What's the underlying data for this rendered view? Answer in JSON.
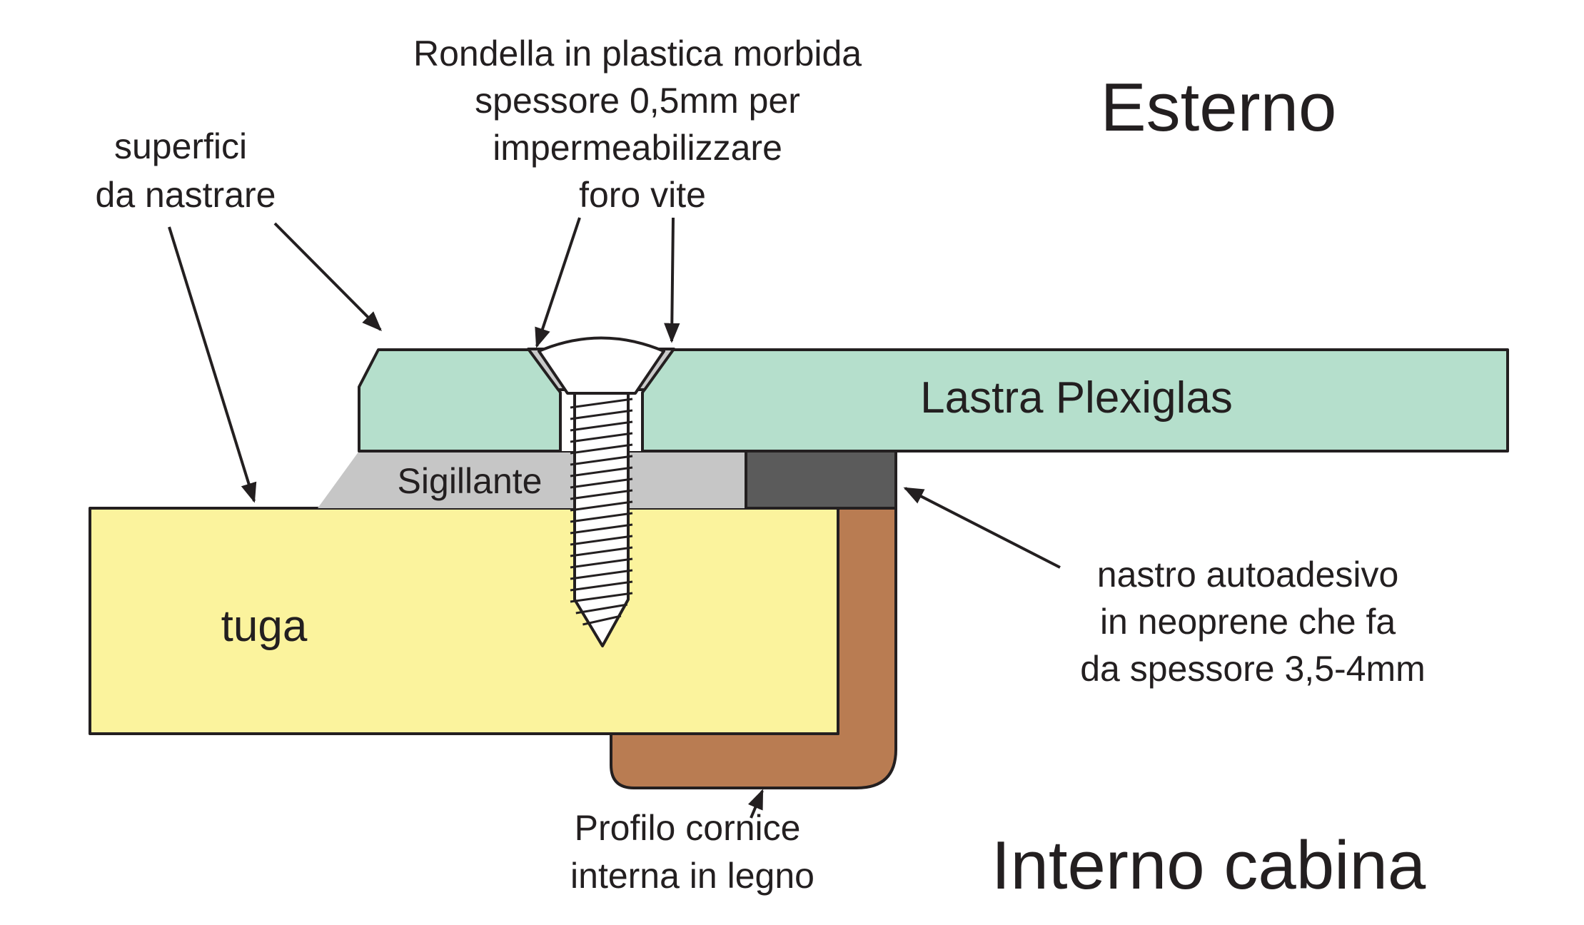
{
  "regions": {
    "outside": "Esterno",
    "inside": "Interno cabina"
  },
  "parts": {
    "plexiglass_sheet": "Lastra Plexiglas",
    "sealant": "Sigillante",
    "cabin_top": "tuga"
  },
  "callouts": {
    "tape_surfaces": [
      "superfici",
      "da nastrare"
    ],
    "washer": [
      "Rondella in plastica morbida",
      "spessore 0,5mm per",
      "impermeabilizzare",
      "foro vite"
    ],
    "neoprene_tape": [
      "nastro autoadesivo",
      "in neoprene che fa",
      "da spessore 3,5-4mm"
    ],
    "wood_frame": [
      "Profilo cornice",
      "interna in legno"
    ]
  },
  "colors": {
    "plexiglass": "#b5dfcc",
    "sealant": "#c6c6c6",
    "cabin_top": "#fbf39d",
    "wood": "#b97c52",
    "neoprene": "#5b5b5b",
    "outline": "#231f20"
  }
}
